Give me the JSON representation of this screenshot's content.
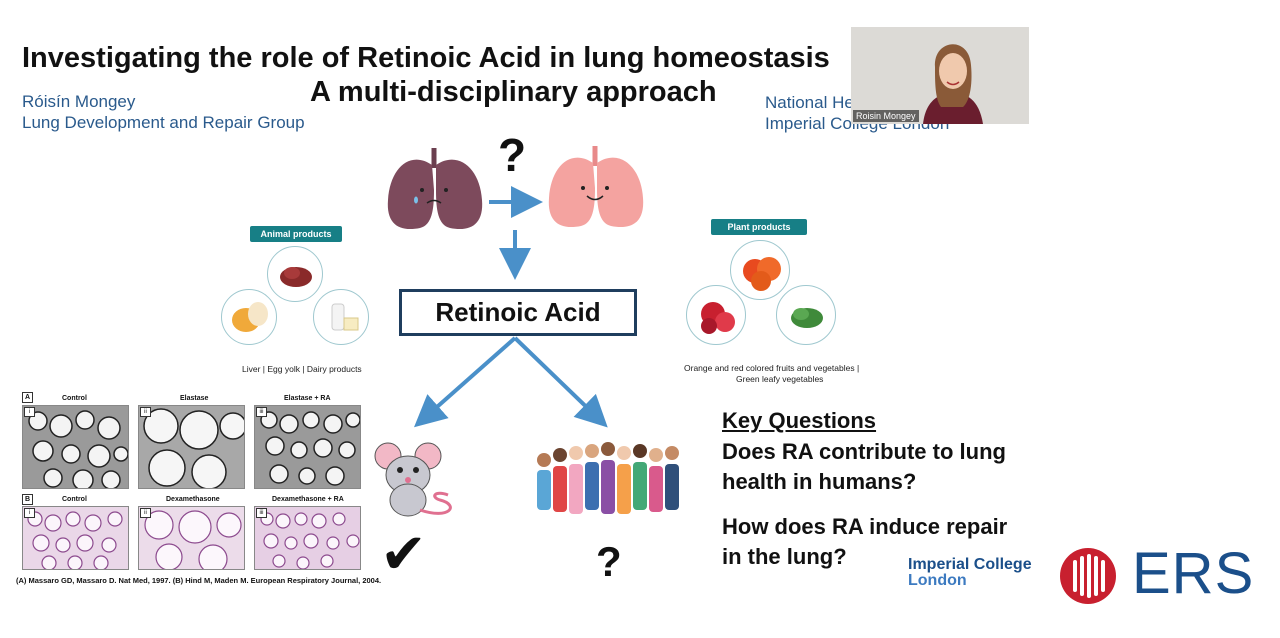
{
  "slide": {
    "title": "Investigating the role of Retinoic Acid in lung homeostasis",
    "subtitle": "A multi-disciplinary approach",
    "author": "Róisín Mongey",
    "group": "Lung Development and Repair Group",
    "institution_line1": "National He",
    "institution_line2": "Imperial College London",
    "question_mark_top": "?",
    "retinoic_acid": "Retinoic Acid",
    "animal": {
      "label": "Animal products",
      "caption": "Liver | Egg yolk | Dairy products"
    },
    "plant": {
      "label": "Plant products",
      "caption_line1": "Orange and red colored fruits and vegetables |",
      "caption_line2": "Green leafy vegetables"
    },
    "panel_a": {
      "letter": "A",
      "labels": [
        "Control",
        "Elastase",
        "Elastase + RA"
      ],
      "tags": [
        "i",
        "ii",
        "iii"
      ]
    },
    "panel_b": {
      "letter": "B",
      "labels": [
        "Control",
        "Dexamethasone",
        "Dexamethasone + RA"
      ],
      "tags": [
        "i",
        "ii",
        "iii"
      ]
    },
    "reference": "(A) Massaro GD, Massaro D. Nat Med, 1997. (B) Hind M, Maden M. European Respiratory Journal, 2004.",
    "check": "✔",
    "question_mark_bottom": "?",
    "key_questions": {
      "heading": "Key Questions",
      "q1_line1": "Does RA contribute to lung",
      "q1_line2": "health in humans?",
      "q2_line1": "How does RA induce repair",
      "q2_line2": "in the lung?"
    },
    "imperial_line1": "Imperial College",
    "imperial_line2": "London",
    "ers": "ERS"
  },
  "video": {
    "participant_name": "Roisin Mongey"
  },
  "colors": {
    "accent_teal": "#177f86",
    "arrow_blue": "#4a90c9",
    "ers_red": "#c8202f",
    "ers_blue": "#1b4f8a",
    "author_blue": "#2a5a8c"
  }
}
